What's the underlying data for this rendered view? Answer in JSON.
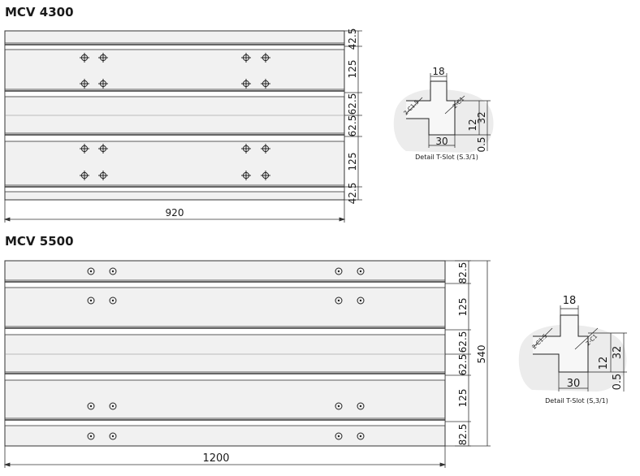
{
  "models": [
    {
      "name": "MCV 4300",
      "table_width": "920",
      "slot_dims": [
        "42.5",
        "125",
        "62.5",
        "62.5",
        "125",
        "42.5"
      ],
      "detail": {
        "top": "18",
        "bottom": "30",
        "height_a": "12",
        "height_b": "32",
        "gap": "0.5",
        "chamfer_left": "2-C1.5",
        "chamfer_right": "2-C1",
        "label": "Detail T-Slot (S.3/1)"
      }
    },
    {
      "name": "MCV 5500",
      "table_width": "1200",
      "table_depth": "540",
      "slot_dims": [
        "82.5",
        "125",
        "62.5",
        "62.5",
        "125",
        "82.5"
      ],
      "detail": {
        "top": "18",
        "bottom": "30",
        "height_a": "12",
        "height_b": "32",
        "gap": "0.5",
        "chamfer_left": "2-C1.5",
        "chamfer_right": "2-C1",
        "label": "Detail T-Slot (S,3/1)"
      }
    }
  ]
}
